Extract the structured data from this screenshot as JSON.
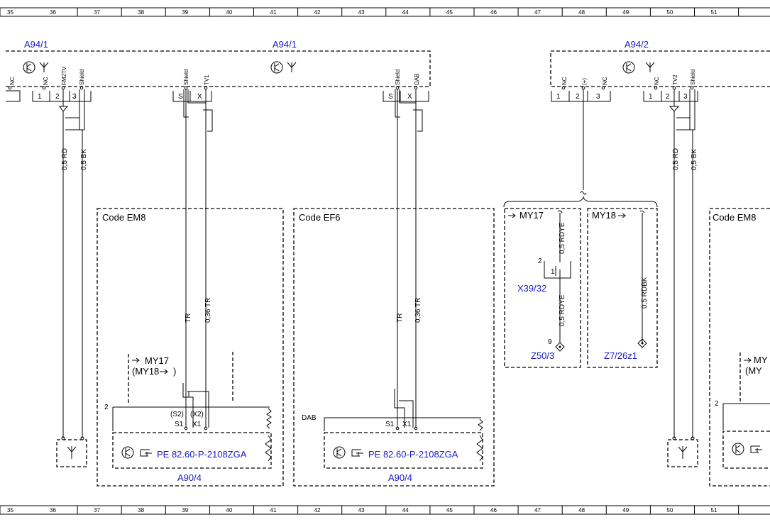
{
  "grid": {
    "columns": [
      "35",
      "36",
      "37",
      "38",
      "39",
      "40",
      "41",
      "42",
      "43",
      "44",
      "45",
      "46",
      "47",
      "48",
      "49",
      "50",
      "51"
    ]
  },
  "components": {
    "a94_1_left": "A94/1",
    "a94_1_mid": "A94/1",
    "a94_2": "A94/2",
    "x39_32": "X39/32",
    "z50_3": "Z50/3",
    "z7_26z1": "Z7/26z1",
    "a90_4_left": "A90/4",
    "a90_4_mid": "A90/4"
  },
  "codes": {
    "em8_left": "Code EM8",
    "ef6": "Code EF6",
    "em8_right": "Code EM8"
  },
  "pins": {
    "nc": "NC",
    "fm2tv": "FM2TV",
    "shield": "Shield",
    "tv1": "TV1",
    "dab": "DAB",
    "plus": "(+)",
    "tv2": "TV2",
    "p1": "1",
    "p2": "2",
    "p3": "3",
    "s": "S",
    "x": "X",
    "s1": "S1",
    "x1": "X1",
    "s2p": "(S2)",
    "x2p": "(X2)",
    "p9": "9"
  },
  "wires": {
    "rd": "0,5 RD",
    "bk": "0,5 BK",
    "tr": "TR",
    "tr036": "0,36 TR",
    "rdye": "0,5 RDYE",
    "rdbk": "0,5 RDBK"
  },
  "variants": {
    "my17": "MY17",
    "my18": "MY18",
    "my18_paren_open": "(MY18",
    "my18_paren_close": ")",
    "my_short": "MY",
    "paren_open": "(MY"
  },
  "labels": {
    "dab_box": "DAB",
    "ref_left": "PE 82.60-P-2108ZGA",
    "ref_mid": "PE 82.60-P-2108ZGA"
  }
}
